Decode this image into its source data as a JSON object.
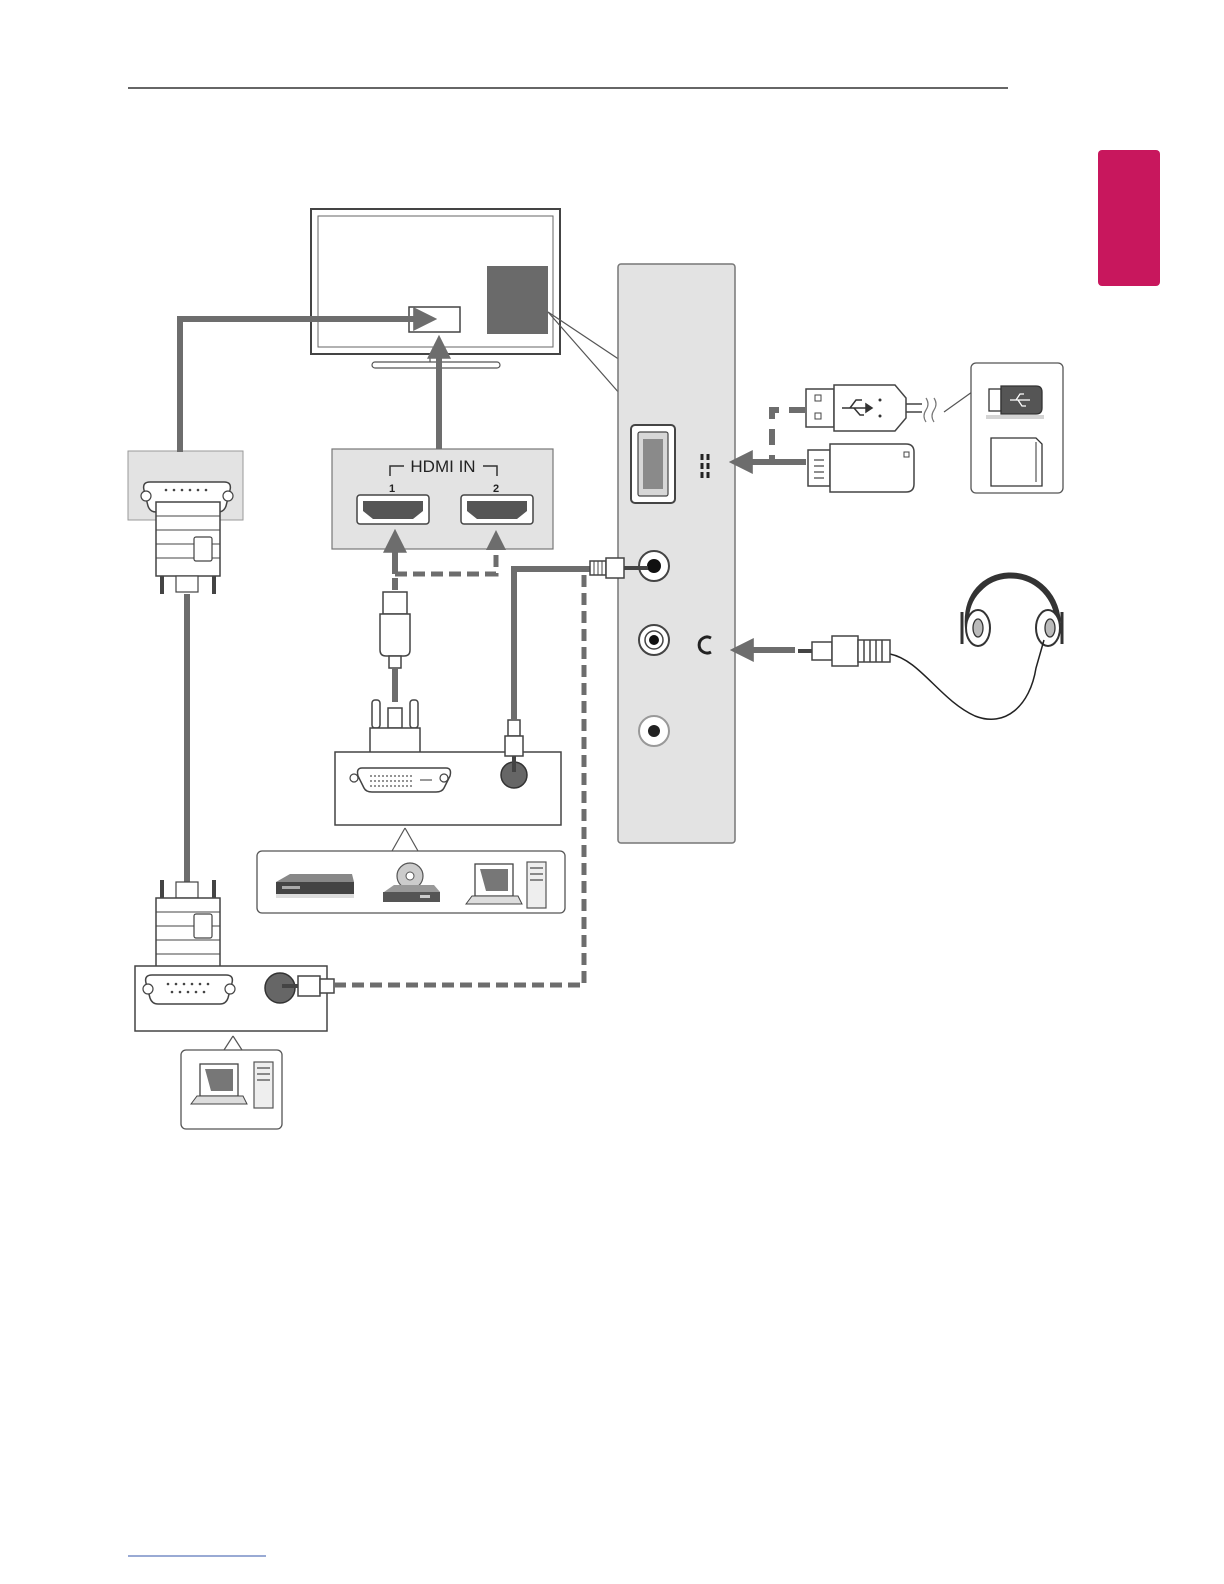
{
  "hdmi_panel": {
    "title": "HDMI IN",
    "port_1_label": "1",
    "port_2_label": "2"
  },
  "icons": {
    "usb_symbol": "usb-icon",
    "headphone_symbol": "headphone-icon",
    "usb_drive": "usb-drive-icon",
    "memory_card": "memory-card-icon",
    "headphones": "headphones-icon",
    "dvd_player": "dvd-player-icon",
    "set_top_box": "set-top-box-icon",
    "laptop": "laptop-icon",
    "desktop_tower": "desktop-tower-icon"
  },
  "colors": {
    "language_tab": "#c8175d",
    "cable": "#6d6d6d",
    "panel_fill": "#e3e3e3",
    "tv_port_block": "#6a6a6a"
  }
}
